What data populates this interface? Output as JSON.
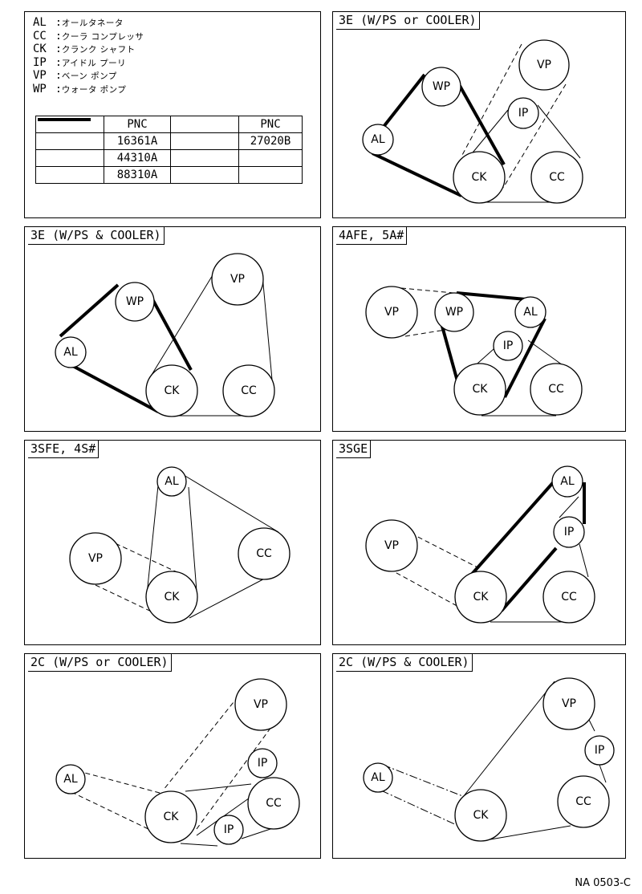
{
  "legend": {
    "abbreviations": [
      {
        "code": "AL",
        "sep": ":",
        "name": "オールタネータ"
      },
      {
        "code": "CC",
        "sep": ":",
        "name": "クーラ コンプレッサ"
      },
      {
        "code": "CK",
        "sep": ":",
        "name": "クランク シャフト"
      },
      {
        "code": "IP",
        "sep": ":",
        "name": "アイドル プーリ"
      },
      {
        "code": "VP",
        "sep": ":",
        "name": "ベーン ポンプ"
      },
      {
        "code": "WP",
        "sep": ":",
        "name": "ウォータ ポンプ"
      }
    ],
    "table": {
      "header": "PNC",
      "rows": [
        {
          "line_style": "thick",
          "pnc": "16361A",
          "line_style_2": "dash-dot",
          "pnc_2": "27020B"
        },
        {
          "line_style": "dashed",
          "pnc": "44310A",
          "line_style_2": "",
          "pnc_2": ""
        },
        {
          "line_style": "thin",
          "pnc": "88310A",
          "line_style_2": "",
          "pnc_2": ""
        }
      ]
    }
  },
  "panels": [
    {
      "id": "p1",
      "title": "3E (W/PS or COOLER)"
    },
    {
      "id": "p2",
      "title": "3E (W/PS & COOLER)"
    },
    {
      "id": "p3",
      "title": "4AFE, 5A#"
    },
    {
      "id": "p4",
      "title": "3SFE, 4S#"
    },
    {
      "id": "p5",
      "title": "3SGE"
    },
    {
      "id": "p6",
      "title": "2C (W/PS or COOLER)"
    },
    {
      "id": "p7",
      "title": "2C (W/PS & COOLER)"
    }
  ],
  "pulley_labels": {
    "AL": "AL",
    "WP": "WP",
    "VP": "VP",
    "IP": "IP",
    "CK": "CK",
    "CC": "CC"
  },
  "diagram_code": "NA 0503-C"
}
